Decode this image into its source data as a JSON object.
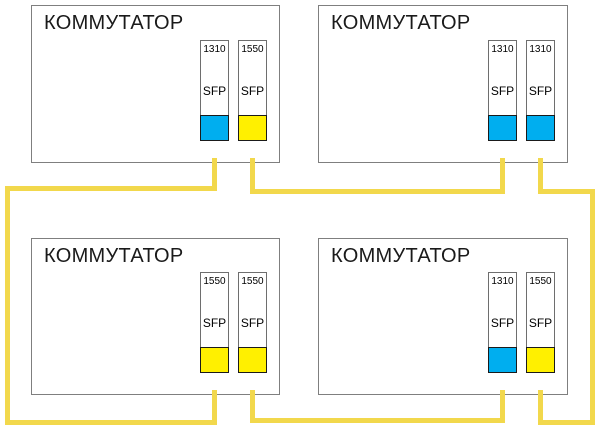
{
  "diagram": {
    "title_text": "КОММУТАТОР",
    "colors": {
      "blue_sfp": "#00AEEF",
      "yellow_sfp": "#FFF000",
      "cable": "#F2D84C",
      "chassis_border": "#7f7f7f",
      "module_border": "#6e6e6e"
    },
    "switches": [
      {
        "id": "switch-top-left",
        "name": "КОММУТАТОР",
        "position": "top-left",
        "ports": [
          {
            "wavelength": "1310",
            "type": "SFP",
            "tip_color": "blue"
          },
          {
            "wavelength": "1550",
            "type": "SFP",
            "tip_color": "yellow"
          }
        ]
      },
      {
        "id": "switch-top-right",
        "name": "КОММУТАТОР",
        "position": "top-right",
        "ports": [
          {
            "wavelength": "1310",
            "type": "SFP",
            "tip_color": "blue"
          },
          {
            "wavelength": "1310",
            "type": "SFP",
            "tip_color": "blue"
          }
        ]
      },
      {
        "id": "switch-bottom-left",
        "name": "КОММУТАТОР",
        "position": "bottom-left",
        "ports": [
          {
            "wavelength": "1550",
            "type": "SFP",
            "tip_color": "yellow"
          },
          {
            "wavelength": "1550",
            "type": "SFP",
            "tip_color": "yellow"
          }
        ]
      },
      {
        "id": "switch-bottom-right",
        "name": "КОММУТАТОР",
        "position": "bottom-right",
        "ports": [
          {
            "wavelength": "1310",
            "type": "SFP",
            "tip_color": "blue"
          },
          {
            "wavelength": "1550",
            "type": "SFP",
            "tip_color": "yellow"
          }
        ]
      }
    ],
    "links": [
      {
        "id": "link-tl1-to-bl1",
        "from": "switch-top-left port 1 (1310)",
        "to": "switch-bottom-left port 1 (1550)"
      },
      {
        "id": "link-tl2-to-tr1",
        "from": "switch-top-left port 2 (1550)",
        "to": "switch-top-right port 1 (1310)"
      },
      {
        "id": "link-tr2-to-br2",
        "from": "switch-top-right port 2 (1310)",
        "to": "switch-bottom-right port 2 (1550)"
      },
      {
        "id": "link-bl2-to-br1",
        "from": "switch-bottom-left port 2 (1550)",
        "to": "switch-bottom-right port 1 (1310)"
      }
    ]
  }
}
